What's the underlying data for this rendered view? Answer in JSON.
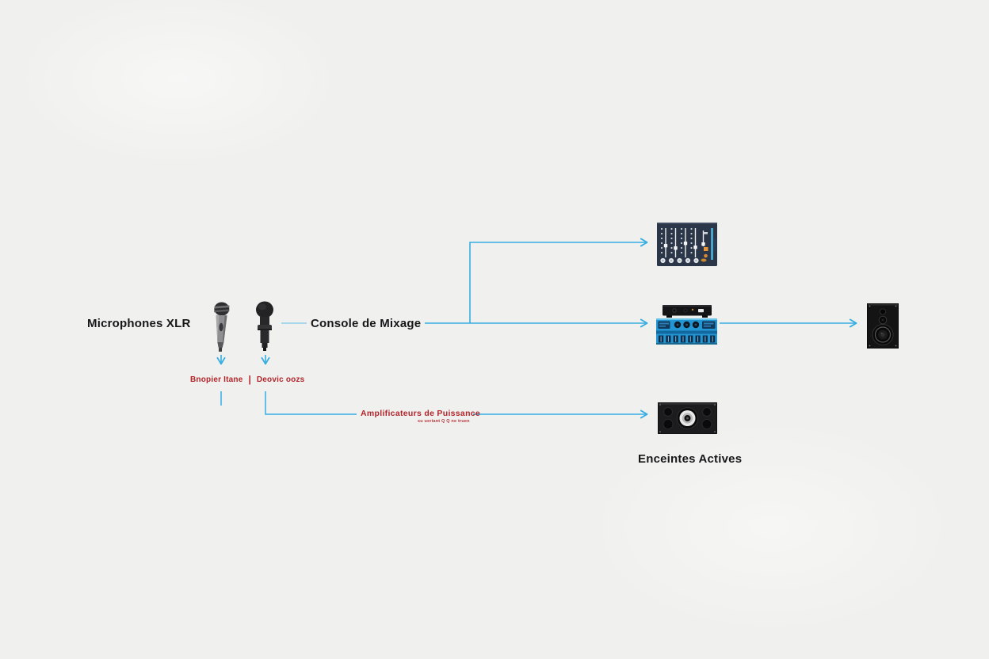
{
  "colors": {
    "line_cyan": "#35aee2",
    "line_cyan_light": "#8fd0ec",
    "label_red": "#b2252b",
    "label_black": "#17171a",
    "rack_blue": "#2196d3",
    "device_dark": "#2b3648"
  },
  "labels": {
    "microphones": "Microphones XLR",
    "console": "Console de Mixage",
    "mic1_model": "Bnopier Itane",
    "separator": "|",
    "mic2_model": "Deovic oozs",
    "amplifiers": "Amplificateurs de Puissance",
    "amplifiers_sub": "su ueriant Q Q ne truen",
    "speakers": "Enceintes Actives"
  },
  "icons": {
    "mic_silver": "xlr-dynamic-mic-icon",
    "mic_black": "xlr-black-mic-icon",
    "mixer": "mixing-console-icon",
    "rack_black": "rack-unit-icon",
    "rack_blue": "power-amp-rack-icon",
    "monitor": "studio-monitor-speaker-icon",
    "center_speaker": "active-speaker-icon"
  }
}
